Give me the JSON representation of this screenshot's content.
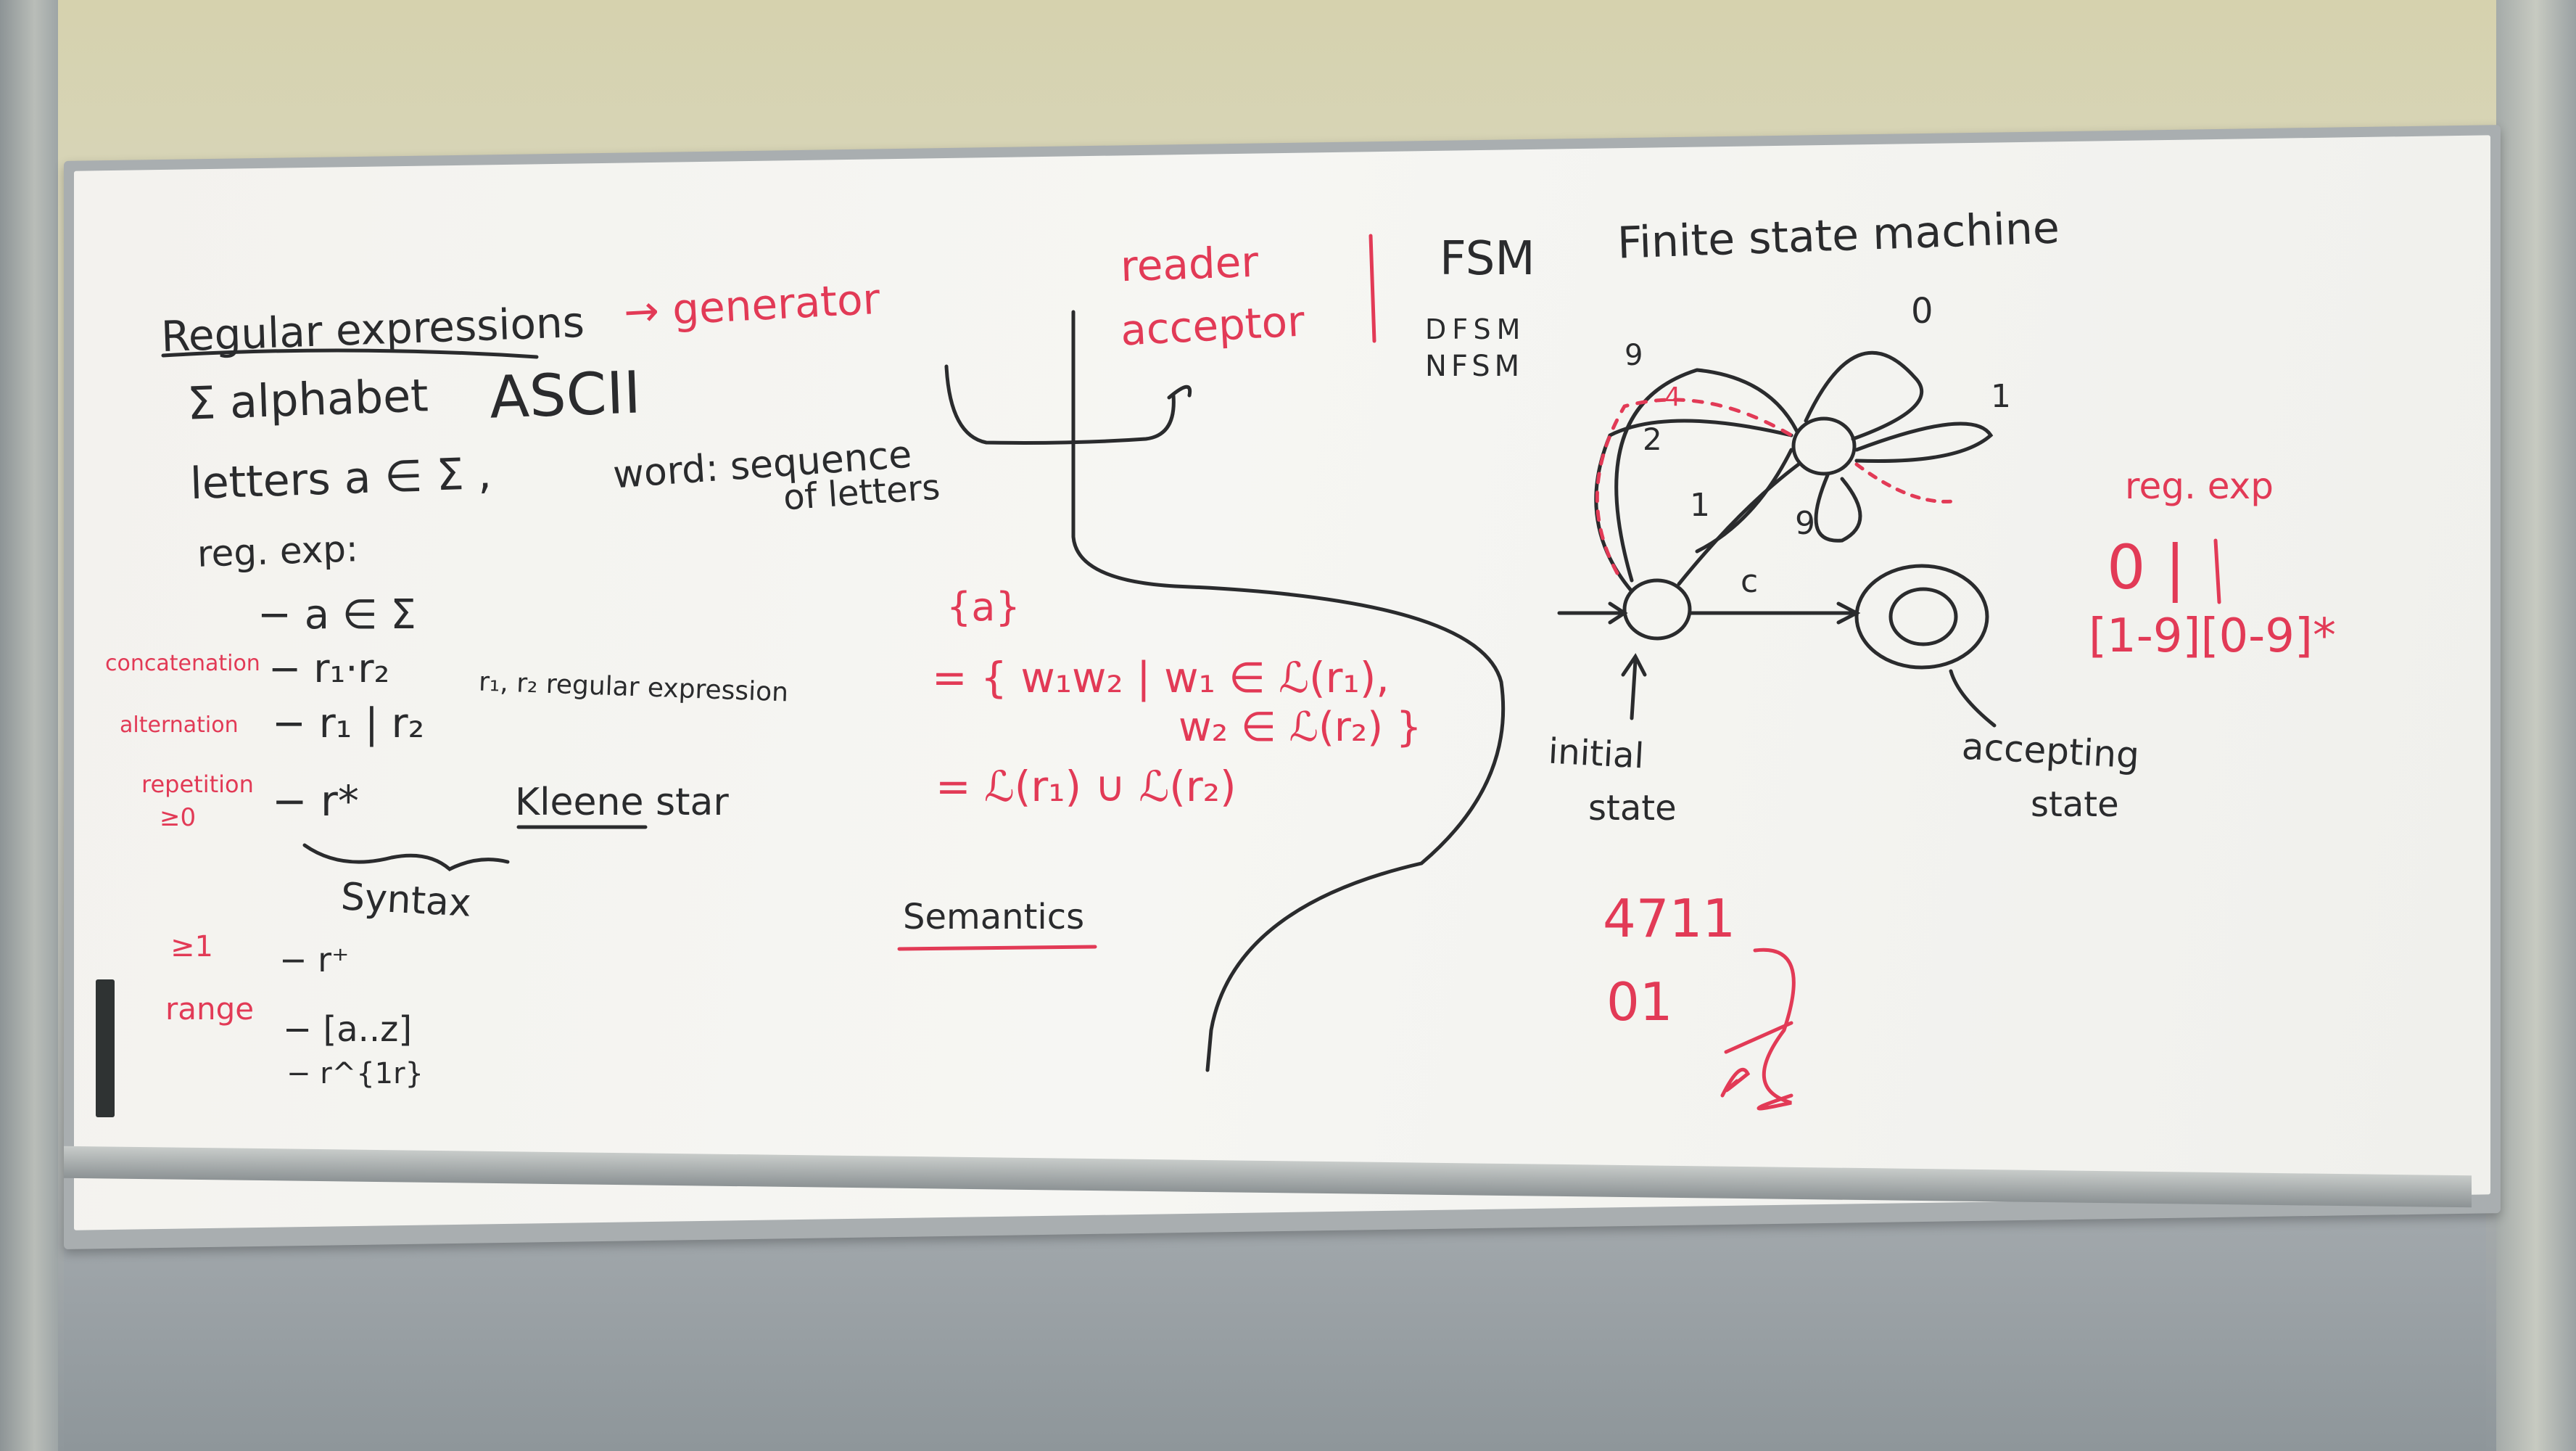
{
  "colors": {
    "black_marker": "#2a2b2d",
    "red_marker": "#e23a56",
    "board": "#f4f4f1"
  },
  "left": {
    "title": "Regular expressions",
    "generator": "→ generator",
    "alphabet": "Σ alphabet",
    "ascii": "ASCII",
    "letters": "letters  a ∈ Σ ,",
    "word": "word: sequence",
    "of_letters": "of letters",
    "reg_exp": "reg. exp:",
    "item_a": "− a ∈ Σ",
    "concatenation": "concatenation",
    "item_concat": "− r₁·r₂",
    "r1r2": "r₁, r₂ regular expression",
    "alternation": "alternation",
    "item_alt": "− r₁ | r₂",
    "repetition": "repetition",
    "ge0": "≥0",
    "item_star": "− r*",
    "kleene": "Kleene star",
    "syntax": "Syntax",
    "ge1": "≥1",
    "item_plus": "− r⁺",
    "range": "range",
    "item_range": "− [a..z]",
    "item_power": "− r^{1r}"
  },
  "middle": {
    "reader": "reader",
    "acceptor": "acceptor",
    "set_a": "{a}",
    "eq1": "= { w₁w₂ | w₁ ∈ ℒ(r₁),",
    "eq2": "w₂ ∈ ℒ(r₂) }",
    "eq3": "= ℒ(r₁) ∪ ℒ(r₂)",
    "semantics": "Semantics"
  },
  "right": {
    "fsm": "FSM",
    "finite_state_machine": "Finite state machine",
    "dfsm": "DFSM",
    "nfsm": "NFSM",
    "lbl_0": "0",
    "lbl_9_top": "9",
    "lbl_4": "4",
    "lbl_2": "2",
    "lbl_1_mid": "1",
    "lbl_1_right": "1",
    "lbl_9_bottom": "9",
    "lbl_c": "c",
    "initial": "initial",
    "initial_state": "state",
    "accepting": "accepting",
    "accepting_state": "state",
    "reg_exp": "reg. exp",
    "regex_zero": "0 |",
    "regex_digits": "[1-9][0-9]*",
    "num_47": "4711",
    "num_01": "01"
  }
}
